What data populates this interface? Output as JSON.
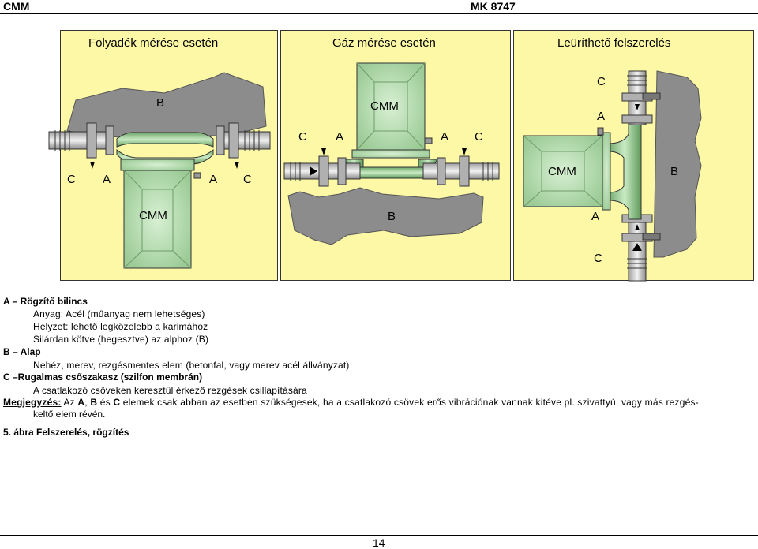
{
  "header": {
    "left": "CMM",
    "right": "MK 8747"
  },
  "panels": [
    {
      "title": "Folyadék mérése esetén",
      "labels": {
        "base": "B",
        "cmm": "CMM",
        "c1": "C",
        "a1": "A",
        "a2": "A",
        "c2": "C"
      }
    },
    {
      "title": "Gáz mérése esetén",
      "labels": {
        "cmm": "CMM",
        "c1": "C",
        "a1": "A",
        "a2": "A",
        "c2": "C",
        "base": "B"
      }
    },
    {
      "title": "Leüríthető felszerelés",
      "labels": {
        "c_top": "C",
        "a_top": "A",
        "cmm": "CMM",
        "base": "B",
        "a_bottom": "A",
        "c_bottom": "C"
      }
    }
  ],
  "legend": {
    "a_title": "A – Rögzítő bilincs",
    "a_lines": [
      "Anyag: Acél (műanyag nem lehetséges)",
      "Helyzet: lehető legközelebb a karimához",
      "Silárdan kötve (hegesztve) az alphoz (B)"
    ],
    "b_title": "B – Alap",
    "b_lines": [
      "Nehéz, merev, rezgésmentes elem (betonfal, vagy merev acél állványzat)"
    ],
    "c_title": "C –Rugalmas csőszakasz (szilfon membrán)",
    "c_lines": [
      "A csatlakozó csöveken keresztül érkező rezgések csillapítására"
    ]
  },
  "note": {
    "label": "Megjegyzés:",
    "t1": " Az ",
    "a": "A",
    "t2": ", ",
    "b": "B",
    "t3": " és ",
    "c": "C",
    "t4": " elemek csak abban az esetben szükségesek, ha a csatlakozó csövek erős vibrációnak vannak kitéve pl. szivattyú, vagy más rezgés-",
    "line2": "keltő elem révén."
  },
  "caption": "5. ábra Felszerelés, rögzítés",
  "page_number": "14",
  "colors": {
    "panel_bg": "#FCF8A6",
    "meter_green": "#B5DDB0",
    "base_gray": "#8C8C8C",
    "pipe_gray": "#C8C8C8"
  }
}
